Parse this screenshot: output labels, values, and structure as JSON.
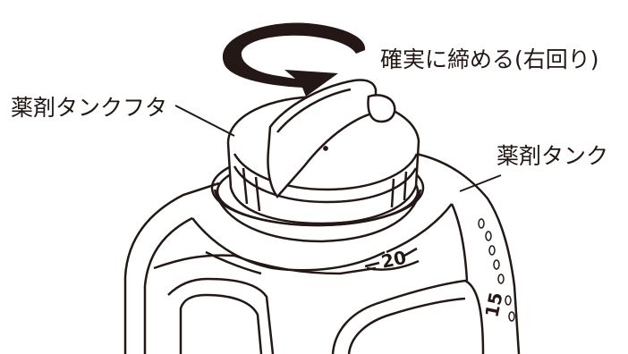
{
  "labels": {
    "rotation_instruction": "確実に締める(右回り)",
    "cap": "薬剤タンクフタ",
    "tank": "薬剤タンク"
  },
  "scale_marks": {
    "upper": "20",
    "lower": "15"
  },
  "icons": {
    "rotation": "clockwise-arrow-icon"
  }
}
